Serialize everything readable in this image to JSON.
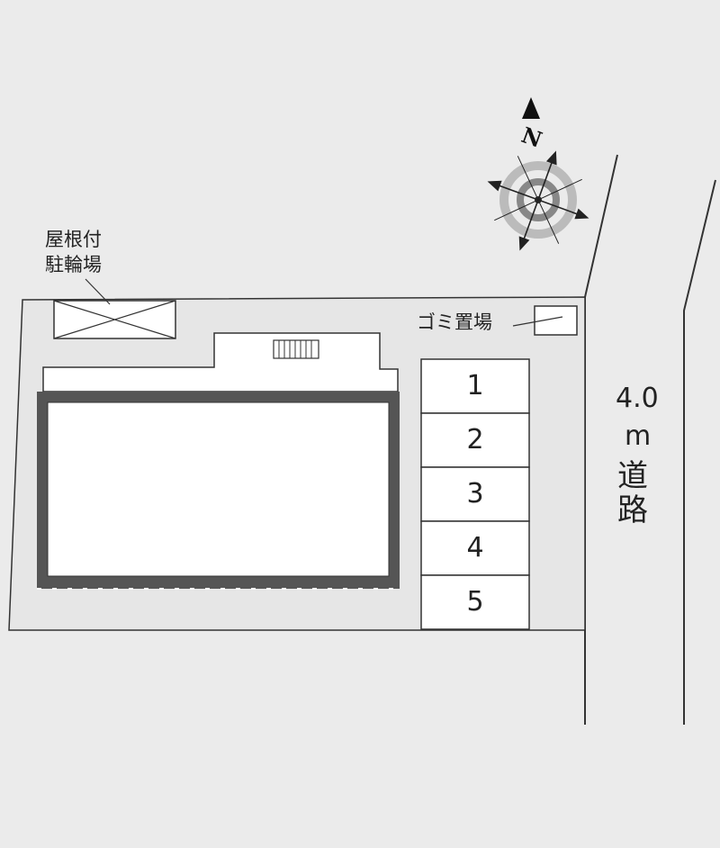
{
  "labels": {
    "bicycle_parking": "屋根付\n駐輪場",
    "trash_area": "ゴミ置場",
    "road_width": "4.0",
    "road_unit": "m",
    "road_name": "道路",
    "north": "N"
  },
  "parking_slots": [
    "1",
    "2",
    "3",
    "4",
    "5"
  ],
  "colors": {
    "background": "#ebebeb",
    "lot": "#e6e6e6",
    "building_outline": "#555555",
    "line": "#333333"
  }
}
